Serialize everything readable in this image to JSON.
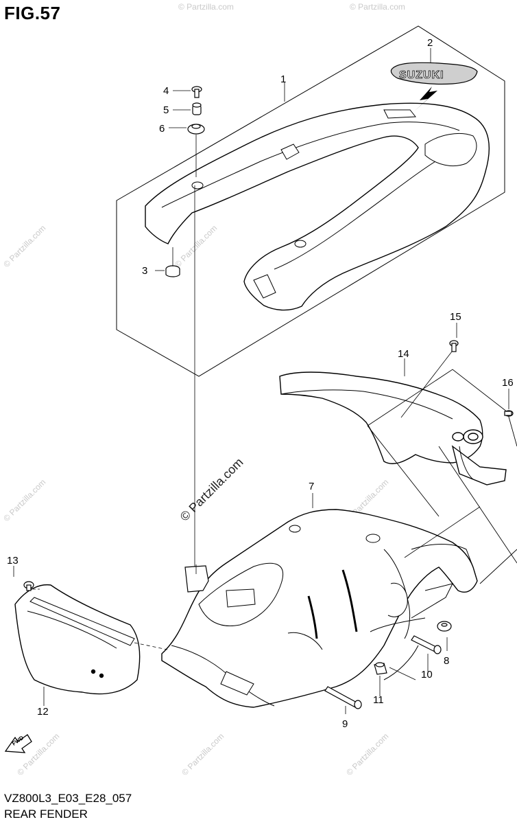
{
  "figure": {
    "title": "FIG.57",
    "model_code": "VZ800L3_E03_E28_057",
    "section_name": "REAR FENDER"
  },
  "emblem_text": "SUZUKI",
  "fwd_arrow_text": "FWD",
  "watermark_text": "© Partzilla.com",
  "callouts": [
    {
      "id": 1,
      "label": "1"
    },
    {
      "id": 2,
      "label": "2"
    },
    {
      "id": 3,
      "label": "3"
    },
    {
      "id": 4,
      "label": "4"
    },
    {
      "id": 5,
      "label": "5"
    },
    {
      "id": 6,
      "label": "6"
    },
    {
      "id": 7,
      "label": "7"
    },
    {
      "id": 8,
      "label": "8"
    },
    {
      "id": 9,
      "label": "9"
    },
    {
      "id": 10,
      "label": "10"
    },
    {
      "id": 11,
      "label": "11"
    },
    {
      "id": 12,
      "label": "12"
    },
    {
      "id": 13,
      "label": "13"
    },
    {
      "id": 14,
      "label": "14"
    },
    {
      "id": 15,
      "label": "15"
    },
    {
      "id": 16,
      "label": "16"
    }
  ]
}
